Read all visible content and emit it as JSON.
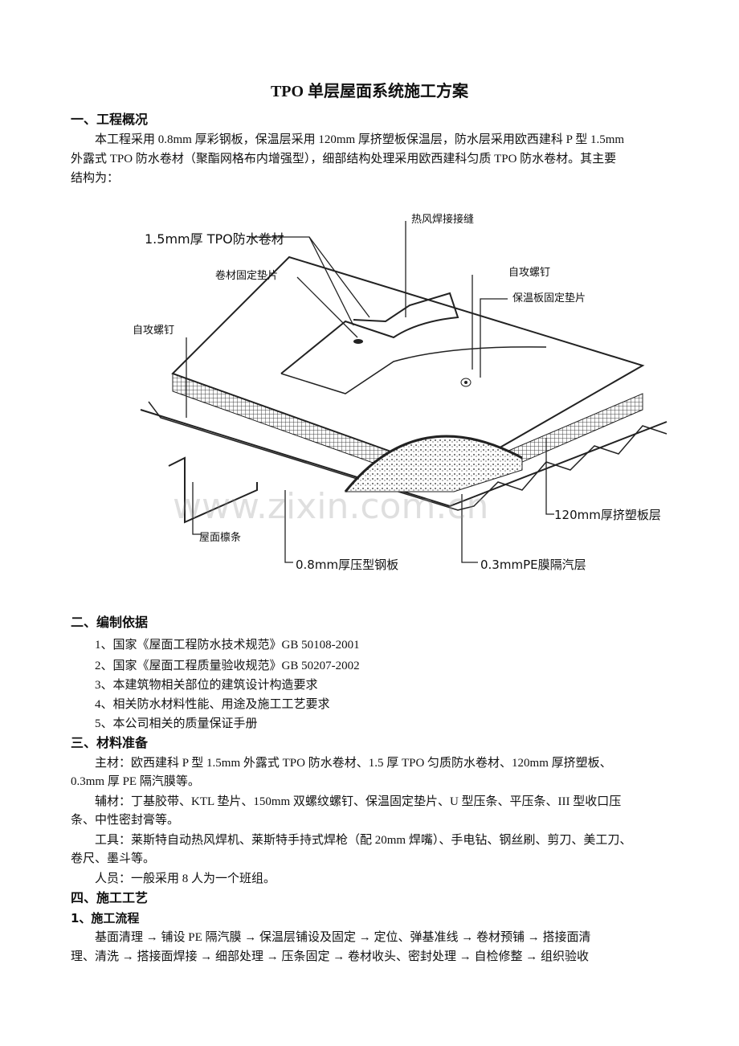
{
  "title": "TPO 单层屋面系统施工方案",
  "s1": {
    "heading": "一、工程概况",
    "l1": "本工程采用 0.8mm 厚彩钢板，保温层采用 120mm 厚挤塑板保温层，防水层采用欧西建科  P 型 1.5mm",
    "l2": "外露式 TPO 防水卷材（聚酯网格布内增强型），细部结构处理采用欧西建科匀质 TPO 防水卷材。其主要",
    "l3": "结构为："
  },
  "diagram": {
    "labels": {
      "membrane": "1.5mm厚 TPO防水卷材",
      "seam": "热风焊接接缝",
      "plate": "卷材固定垫片",
      "screw_right": "自攻螺钉",
      "insul_plate": "保温板固定垫片",
      "screw_left": "自攻螺钉",
      "xps": "120mm厚挤塑板层",
      "purlin": "屋面檩条",
      "steel": "0.8mm厚压型钢板",
      "pe": "0.3mmPE膜隔汽层"
    },
    "watermark": "www.zixin.com.cn"
  },
  "s2": {
    "heading": "二、编制依据",
    "items": [
      "1、国家《屋面工程防水技术规范》GB 50108-2001",
      "2、国家《屋面工程质量验收规范》GB 50207-2002",
      "3、本建筑物相关部位的建筑设计构造要求",
      "4、相关防水材料性能、用途及施工工艺要求",
      "5、本公司相关的质量保证手册"
    ]
  },
  "s3": {
    "heading": "三、材料准备",
    "main1": "主材：欧西建科 P 型 1.5mm 外露式 TPO 防水卷材、1.5 厚 TPO 匀质防水卷材、120mm 厚挤塑板、",
    "main2": "0.3mm 厚 PE 隔汽膜等。",
    "aux1": "辅材：丁基胶带、KTL 垫片、150mm 双螺纹螺钉、保温固定垫片、U 型压条、平压条、III 型收口压",
    "aux2": "条、中性密封膏等。",
    "tool1": "工具：莱斯特自动热风焊机、莱斯特手持式焊枪（配 20mm 焊嘴）、手电钻、钢丝刷、剪刀、美工刀、",
    "tool2": "卷尺、墨斗等。",
    "staff": "人员：一般采用 8 人为一个班组。"
  },
  "s4": {
    "heading": "四、施工工艺",
    "sub": "1、施工流程",
    "flow1": "基面清理 → 铺设 PE 隔汽膜 → 保温层铺设及固定 → 定位、弹基准线 → 卷材预铺 → 搭接面清",
    "flow2": "理、清洗 → 搭接面焊接 → 细部处理 → 压条固定 → 卷材收头、密封处理 → 自检修整 → 组织验收"
  }
}
